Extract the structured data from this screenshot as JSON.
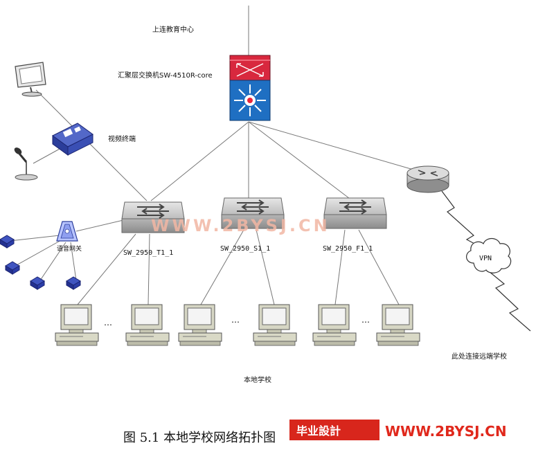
{
  "labels": {
    "uplink": "上连教育中心",
    "core_switch": "汇聚层交换机SW-4510R-core",
    "video_terminal": "视频终端",
    "voice_gateway": "语音网关",
    "sw_t1": "SW_2950_T1_1",
    "sw_s1": "SW_2950_S1_1",
    "sw_f1": "SW_2950_F1_1",
    "vpn": "VPN",
    "remote": "此处连接远端学校",
    "local": "本地学校",
    "ellipsis": "…"
  },
  "caption": "图 5.1 本地学校网络拓扑图",
  "watermark": {
    "center": "WWW.2BYSJ.CN",
    "badge": "毕业設計",
    "site": "WWW.2BYSJ.CN"
  },
  "colors": {
    "line": "#777777",
    "core_top": "#d8283e",
    "core_bottom": "#1f6fc2",
    "switch": "#c9c9c9",
    "phone": "#2b3d9a",
    "watermark": "#e0281c"
  }
}
